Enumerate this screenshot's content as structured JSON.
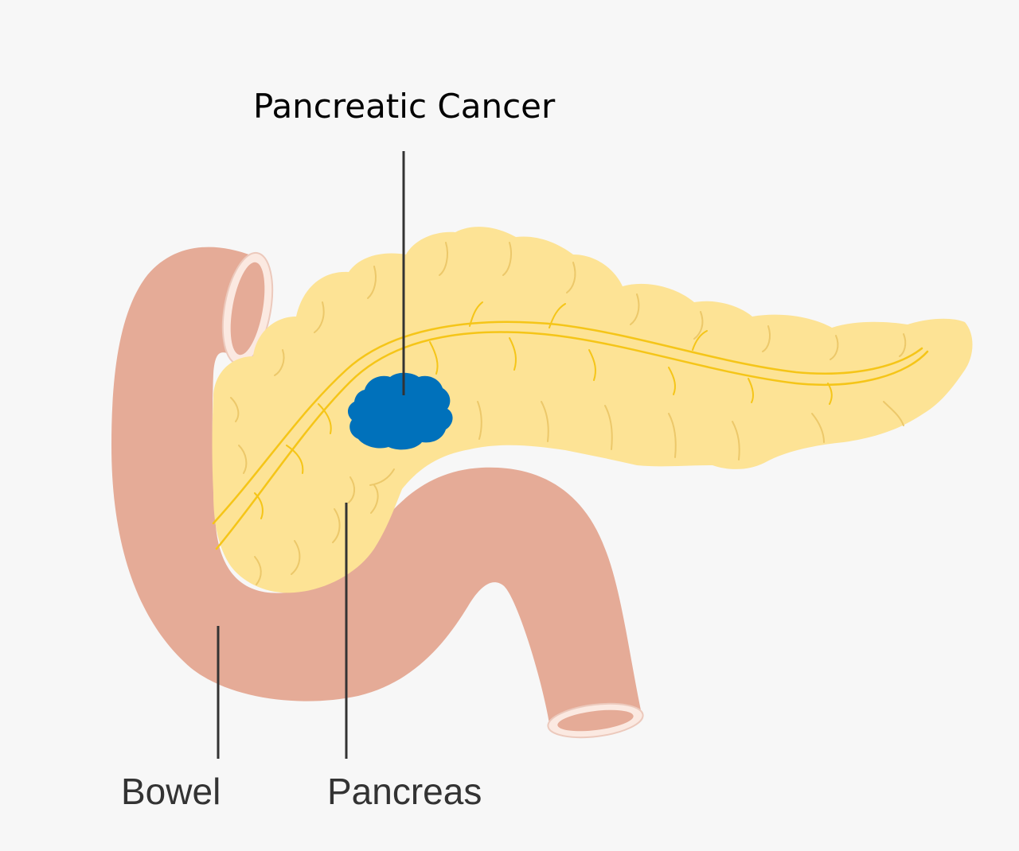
{
  "labels": {
    "cancer": "Pancreatic Cancer",
    "bowel": "Bowel",
    "pancreas": "Pancreas"
  },
  "colors": {
    "background": "#f7f7f7",
    "bowel": "#e5ab97",
    "bowel_rim": "#fbe9e1",
    "pancreas": "#fde395",
    "pancreatic_duct": "#f5c518",
    "tumor": "#0071bb",
    "leader_line": "#333333"
  }
}
